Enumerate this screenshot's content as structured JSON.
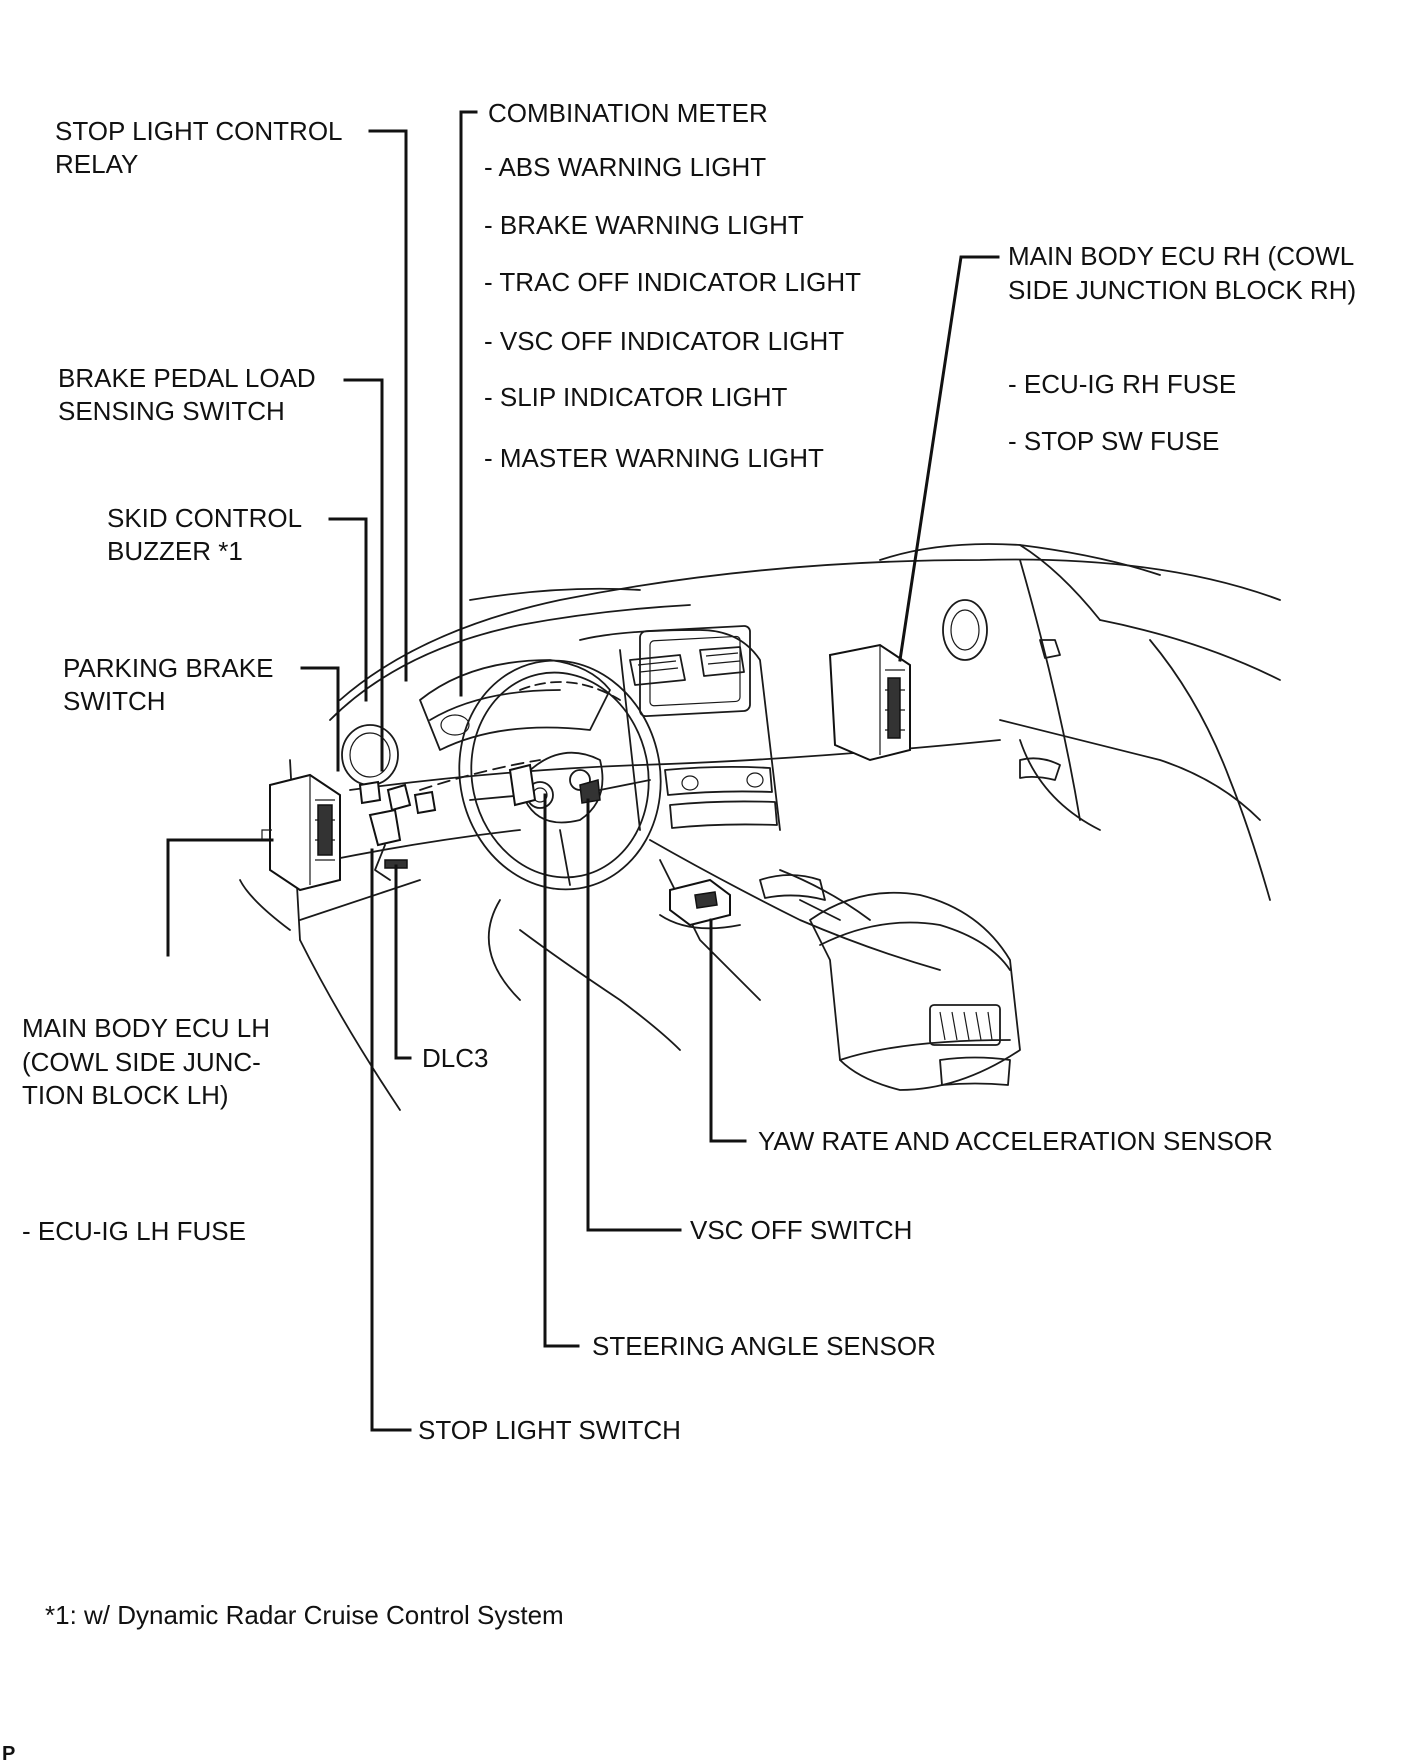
{
  "labels": {
    "stop_light_control_relay": [
      "STOP LIGHT CONTROL",
      "RELAY"
    ],
    "combination_meter": "COMBINATION METER",
    "combination_meter_items": [
      "- ABS WARNING LIGHT",
      "- BRAKE WARNING LIGHT",
      "- TRAC OFF INDICATOR LIGHT",
      "- VSC OFF INDICATOR LIGHT",
      "- SLIP INDICATOR LIGHT",
      "- MASTER WARNING LIGHT"
    ],
    "main_body_ecu_rh": [
      "MAIN BODY ECU RH (COWL",
      "SIDE JUNCTION BLOCK RH)"
    ],
    "main_body_ecu_rh_items": [
      "- ECU-IG RH FUSE",
      "- STOP SW FUSE"
    ],
    "brake_pedal_load_sensing_switch": [
      "BRAKE PEDAL LOAD",
      "SENSING SWITCH"
    ],
    "skid_control_buzzer": [
      "SKID CONTROL",
      "BUZZER *1"
    ],
    "parking_brake_switch": [
      "PARKING BRAKE",
      "SWITCH"
    ],
    "main_body_ecu_lh": [
      "MAIN BODY ECU LH",
      "(COWL SIDE JUNC-",
      "TION BLOCK LH)"
    ],
    "main_body_ecu_lh_items": [
      "- ECU-IG LH FUSE"
    ],
    "dlc3": "DLC3",
    "yaw_rate_sensor": "YAW RATE AND ACCELERATION SENSOR",
    "vsc_off_switch": "VSC OFF SWITCH",
    "steering_angle_sensor": "STEERING ANGLE SENSOR",
    "stop_light_switch": "STOP LIGHT SWITCH"
  },
  "footnote": "*1: w/ Dynamic Radar Cruise Control System",
  "corner_mark": "P"
}
